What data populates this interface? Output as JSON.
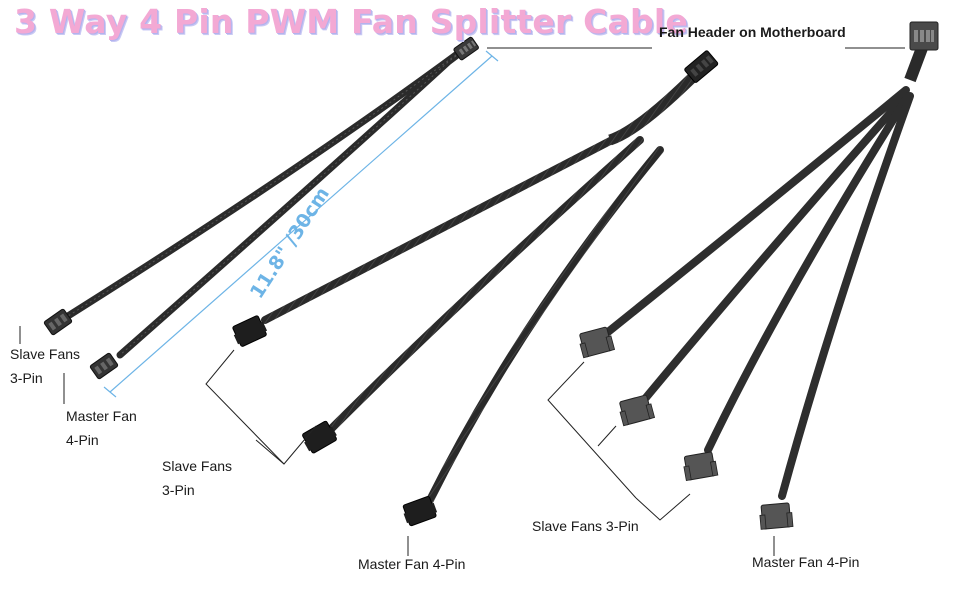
{
  "title": "3 Way 4 Pin PWM Fan Splitter Cable",
  "length_label": "11.8\" /30cm",
  "header_label": "Fan Header on Motherboard",
  "left_group": {
    "slave_line1": "Slave Fans",
    "slave_line2": "3-Pin",
    "master_line1": "Master Fan",
    "master_line2": "4-Pin"
  },
  "middle_group": {
    "slave_line1": "Slave Fans",
    "slave_line2": "3-Pin",
    "master": "Master Fan 4-Pin"
  },
  "right_group": {
    "slave": "Slave Fans 3-Pin",
    "master": "Master Fan 4-Pin"
  },
  "colors": {
    "title": "#f3a9d4",
    "title_shadow": "#b3b3ee",
    "dimension": "#6db4e6",
    "cable": "#2b2b2b",
    "connector": "#333333",
    "text": "#1a1a1a"
  }
}
